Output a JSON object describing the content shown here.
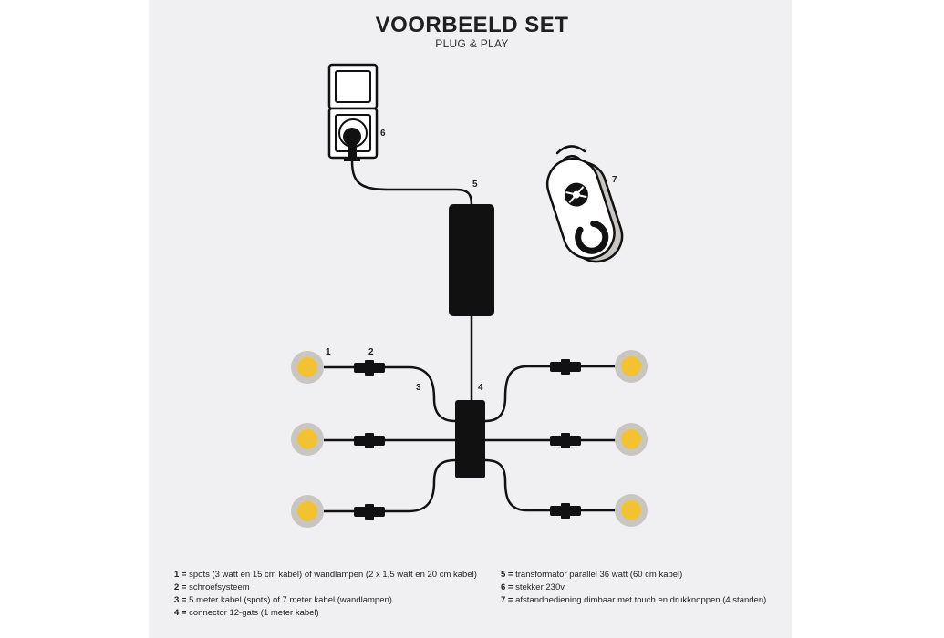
{
  "title": "VOORBEELD SET",
  "subtitle": "PLUG & PLAY",
  "labels": {
    "n1": "1",
    "n2": "2",
    "n3": "3",
    "n4": "4",
    "n5": "5",
    "n6": "6",
    "n7": "7"
  },
  "legend": {
    "left": [
      {
        "num": "1",
        "sep": " = ",
        "text": "spots (3 watt en 15 cm kabel) of wandlampen (2 x 1,5 watt en 20 cm kabel)"
      },
      {
        "num": "2",
        "sep": " = ",
        "text": "schroefsysteem"
      },
      {
        "num": "3",
        "sep": " = ",
        "text": "5 meter kabel (spots) of 7 meter kabel (wandlampen)"
      },
      {
        "num": "4",
        "sep": " = ",
        "text": "connector 12-gats (1 meter kabel)"
      }
    ],
    "right": [
      {
        "num": "5",
        "sep": "  = ",
        "text": "transformator parallel 36 watt (60 cm kabel)"
      },
      {
        "num": "6",
        "sep": " = ",
        "text": "stekker 230v"
      },
      {
        "num": "7",
        "sep": " = ",
        "text": "afstandbediening dimbaar met touch en drukknoppen (4 standen)"
      }
    ]
  },
  "colors": {
    "panel": "#f0f0f2",
    "spot_ring": "#c9c6c2",
    "spot_light": "#f2c230",
    "device": "#111111"
  }
}
